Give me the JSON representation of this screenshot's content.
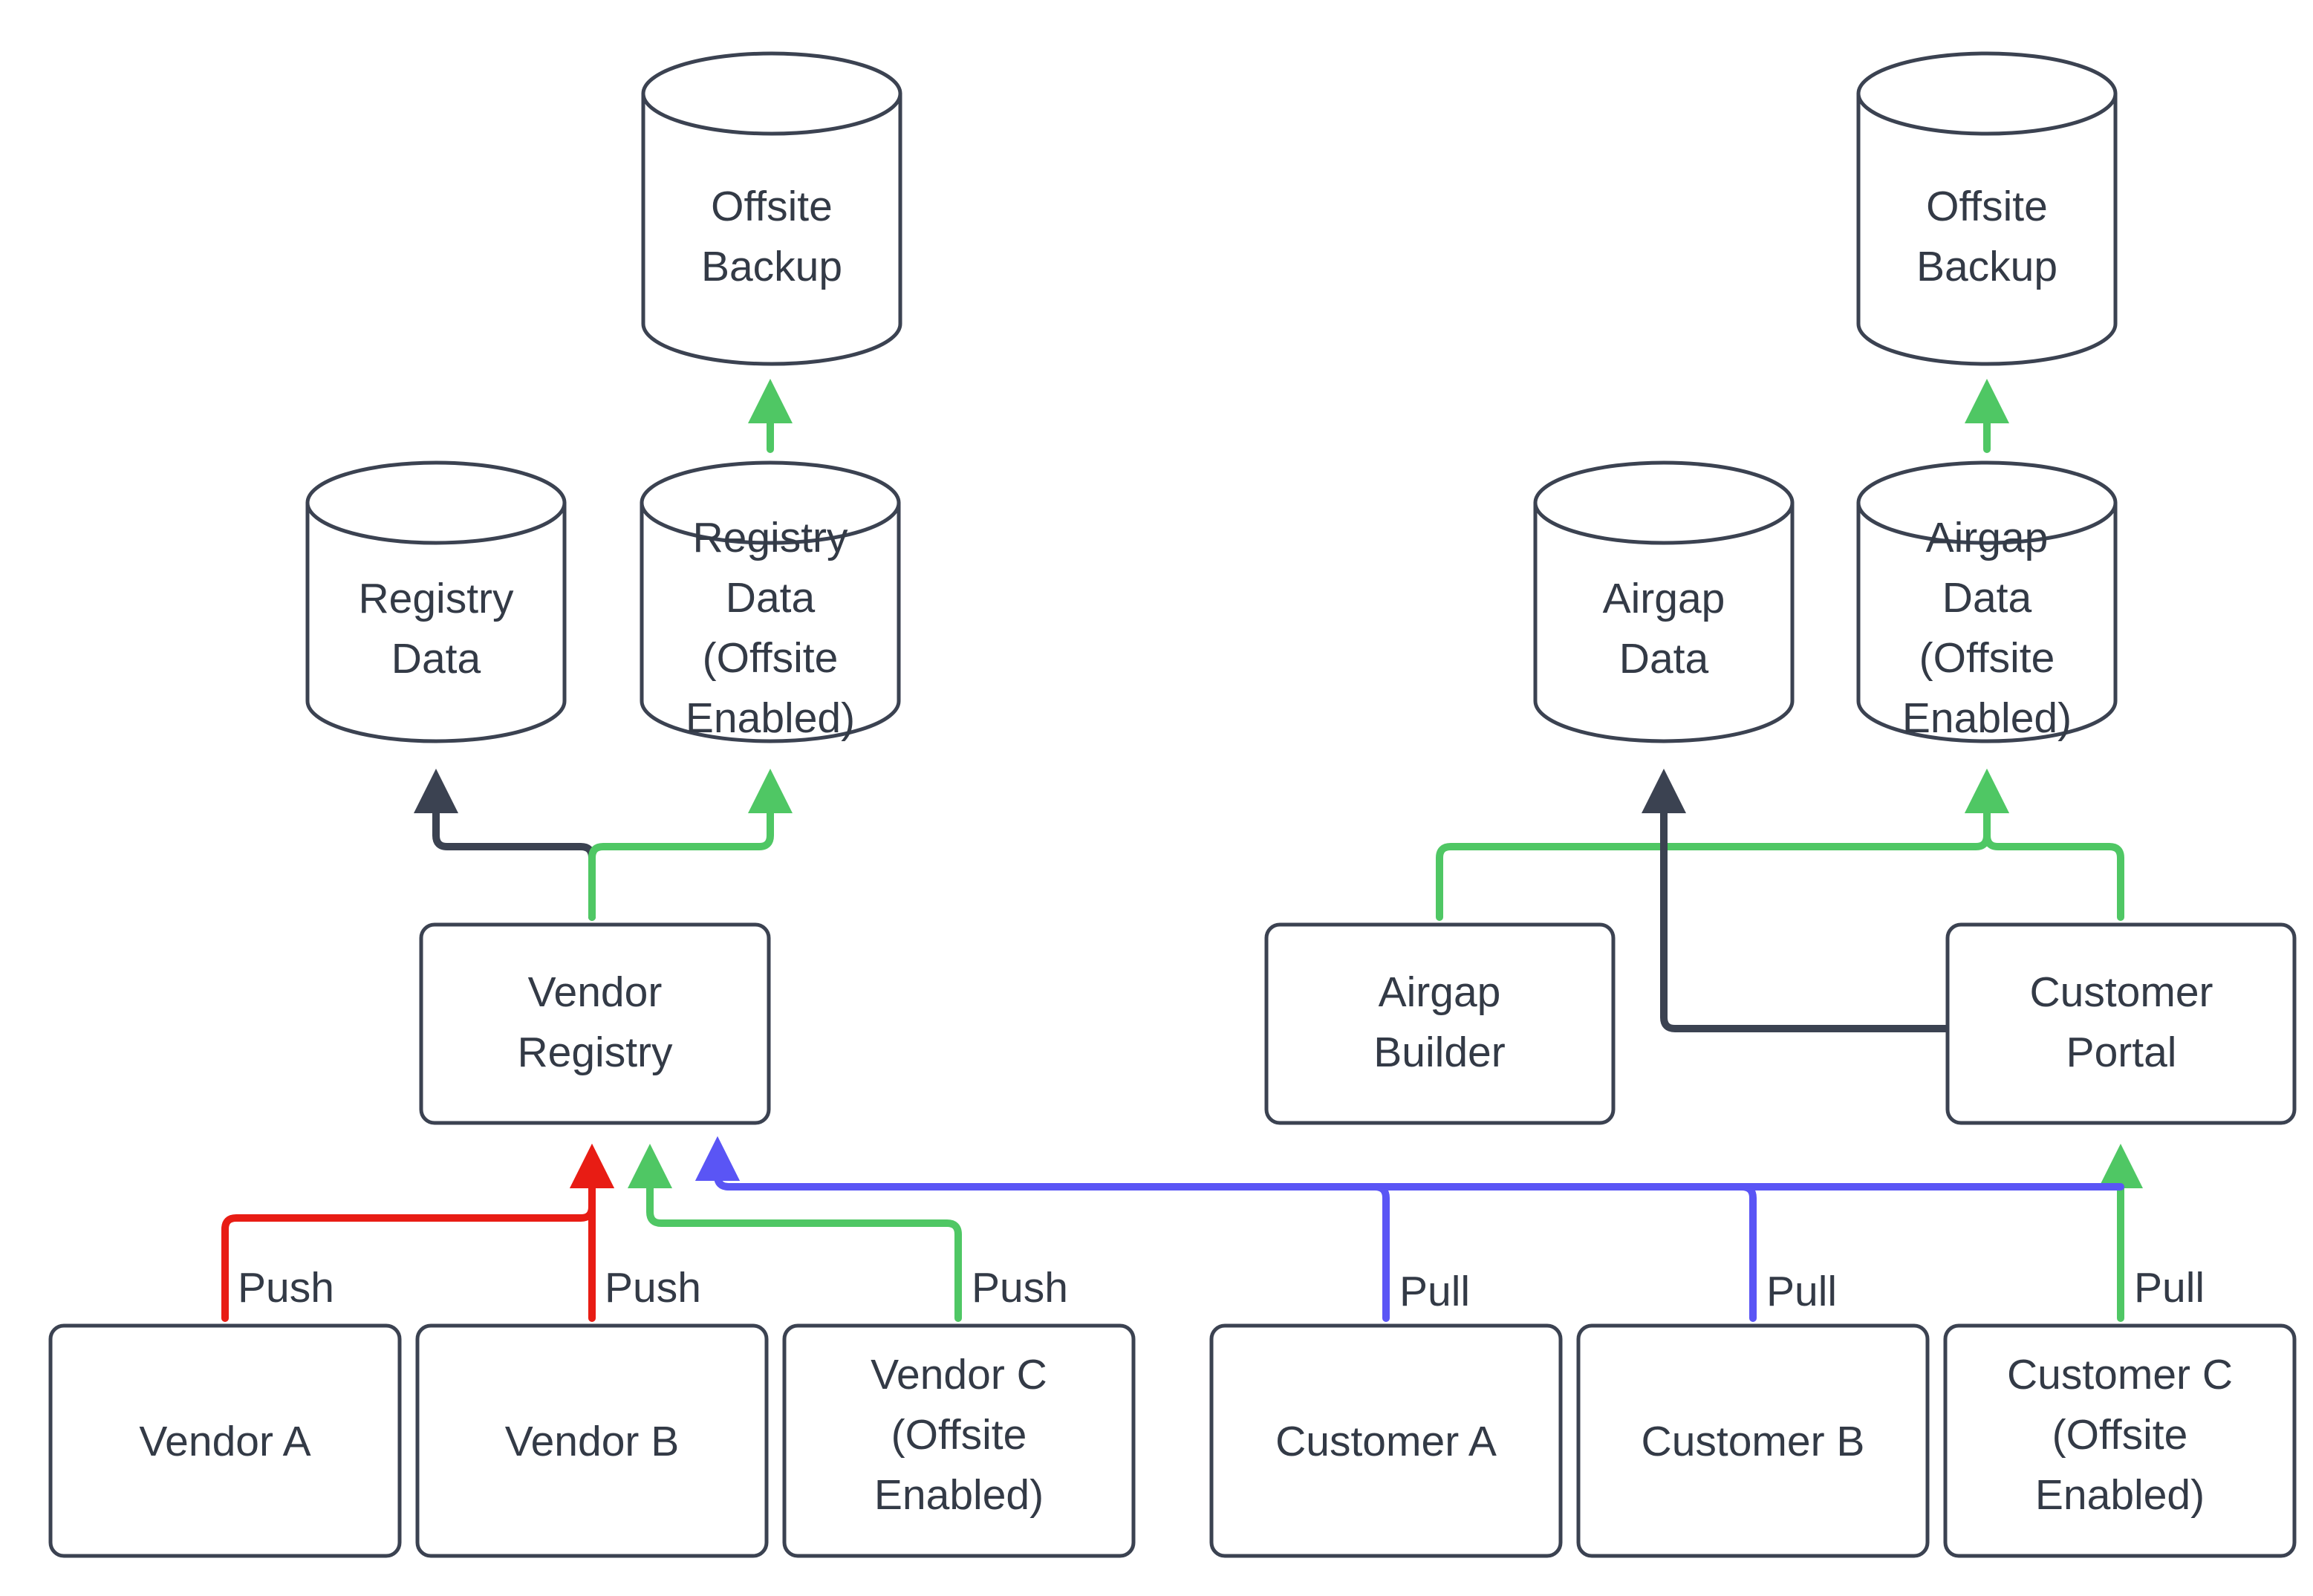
{
  "diagram": {
    "title": "Vendor / Customer Registry Data Flow",
    "colors": {
      "stroke_dark": "#3b4251",
      "text": "#333a46",
      "background": "#ffffff",
      "push_red": "#e81c14",
      "push_green": "#4fc764",
      "pull_blue": "#5a55f5",
      "flow_dark": "#3b4251"
    }
  },
  "nodes": {
    "offsite_backup_left": {
      "label_line1": "Offsite",
      "label_line2": "Backup",
      "shape": "cylinder"
    },
    "offsite_backup_right": {
      "label_line1": "Offsite",
      "label_line2": "Backup",
      "shape": "cylinder"
    },
    "registry_data": {
      "label_line1": "Registry",
      "label_line2": "Data",
      "shape": "cylinder"
    },
    "registry_data_offsite": {
      "label_line1": "Registry",
      "label_line2": "Data",
      "label_line3": "(Offsite",
      "label_line4": "Enabled)",
      "shape": "cylinder"
    },
    "airgap_data": {
      "label_line1": "Airgap",
      "label_line2": "Data",
      "shape": "cylinder"
    },
    "airgap_data_offsite": {
      "label_line1": "Airgap",
      "label_line2": "Data",
      "label_line3": "(Offsite",
      "label_line4": "Enabled)",
      "shape": "cylinder"
    },
    "vendor_registry": {
      "label_line1": "Vendor",
      "label_line2": "Registry",
      "shape": "rounded-rect"
    },
    "airgap_builder": {
      "label_line1": "Airgap",
      "label_line2": "Builder",
      "shape": "rounded-rect"
    },
    "customer_portal": {
      "label_line1": "Customer",
      "label_line2": "Portal",
      "shape": "rounded-rect"
    },
    "vendor_a": {
      "label_line1": "Vendor A",
      "shape": "rounded-rect"
    },
    "vendor_b": {
      "label_line1": "Vendor B",
      "shape": "rounded-rect"
    },
    "vendor_c": {
      "label_line1": "Vendor C",
      "label_line2": "(Offsite",
      "label_line3": "Enabled)",
      "shape": "rounded-rect"
    },
    "customer_a": {
      "label_line1": "Customer A",
      "shape": "rounded-rect"
    },
    "customer_b": {
      "label_line1": "Customer B",
      "shape": "rounded-rect"
    },
    "customer_c": {
      "label_line1": "Customer C",
      "label_line2": "(Offsite",
      "label_line3": "Enabled)",
      "shape": "rounded-rect"
    }
  },
  "edge_labels": {
    "vendor_a_push": "Push",
    "vendor_b_push": "Push",
    "vendor_c_push": "Push",
    "customer_a_pull": "Pull",
    "customer_b_pull": "Pull",
    "customer_c_pull": "Pull"
  },
  "edges": [
    {
      "from": "vendor_a",
      "to": "vendor_registry",
      "label": "Push",
      "color": "#e81c14"
    },
    {
      "from": "vendor_b",
      "to": "vendor_registry",
      "label": "Push",
      "color": "#e81c14"
    },
    {
      "from": "vendor_c",
      "to": "vendor_registry",
      "label": "Push",
      "color": "#4fc764"
    },
    {
      "from": "customer_a",
      "to": "vendor_registry",
      "label": "Pull",
      "color": "#5a55f5"
    },
    {
      "from": "customer_b",
      "to": "vendor_registry",
      "label": "Pull",
      "color": "#5a55f5"
    },
    {
      "from": "customer_c",
      "to": "customer_portal",
      "label": "Pull",
      "color": "#4fc764"
    },
    {
      "from": "vendor_registry",
      "to": "registry_data",
      "label": "",
      "color": "#3b4251"
    },
    {
      "from": "vendor_registry",
      "to": "registry_data_offsite",
      "label": "",
      "color": "#4fc764"
    },
    {
      "from": "registry_data_offsite",
      "to": "offsite_backup_left",
      "label": "",
      "color": "#4fc764"
    },
    {
      "from": "airgap_builder",
      "to": "airgap_data_offsite",
      "label": "",
      "color": "#4fc764"
    },
    {
      "from": "customer_portal",
      "to": "airgap_data",
      "label": "",
      "color": "#3b4251"
    },
    {
      "from": "customer_portal",
      "to": "airgap_data_offsite",
      "label": "",
      "color": "#4fc764"
    },
    {
      "from": "airgap_data_offsite",
      "to": "offsite_backup_right",
      "label": "",
      "color": "#4fc764"
    }
  ]
}
